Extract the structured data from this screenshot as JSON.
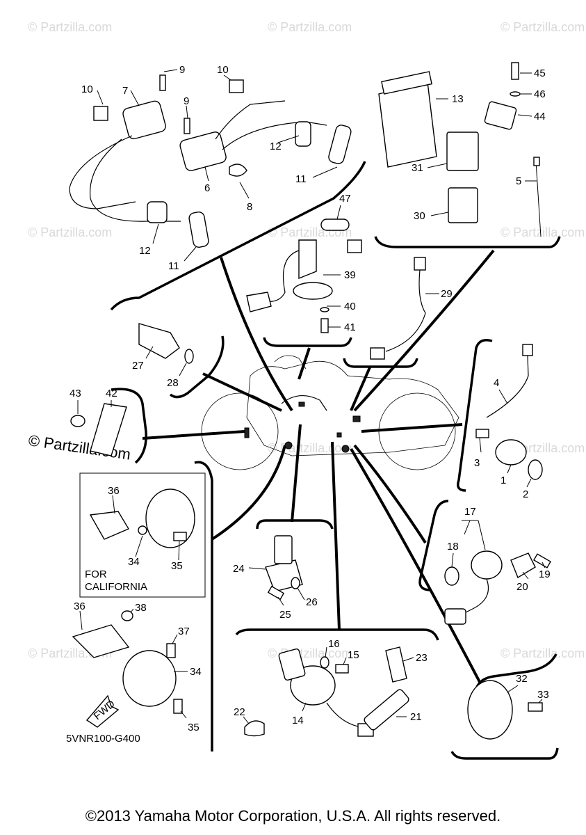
{
  "watermark": {
    "text": "© Partzilla.com"
  },
  "diagram_code": "5VNR100-G400",
  "fwd_label": "FWD",
  "california_box": {
    "line1": "FOR",
    "line2": "CALIFORNIA"
  },
  "copyright": "©2013 Yamaha Motor Corporation, U.S.A. All rights reserved.",
  "callouts": {
    "c1": "1",
    "c2": "2",
    "c3": "3",
    "c4": "4",
    "c5": "5",
    "c6": "6",
    "c7": "7",
    "c8": "8",
    "c9a": "9",
    "c9b": "9",
    "c10a": "10",
    "c10b": "10",
    "c11a": "11",
    "c11b": "11",
    "c12a": "12",
    "c12b": "12",
    "c13": "13",
    "c14": "14",
    "c15": "15",
    "c16": "16",
    "c17": "17",
    "c18": "18",
    "c19": "19",
    "c20": "20",
    "c21": "21",
    "c22": "22",
    "c23": "23",
    "c24": "24",
    "c25": "25",
    "c26": "26",
    "c27": "27",
    "c28": "28",
    "c29": "29",
    "c30": "30",
    "c31": "31",
    "c32": "32",
    "c33": "33",
    "c34a": "34",
    "c34b": "34",
    "c35a": "35",
    "c35b": "35",
    "c36a": "36",
    "c36b": "36",
    "c37": "37",
    "c38": "38",
    "c39": "39",
    "c40": "40",
    "c41": "41",
    "c42": "42",
    "c43": "43",
    "c44": "44",
    "c45": "45",
    "c46": "46",
    "c47": "47"
  }
}
